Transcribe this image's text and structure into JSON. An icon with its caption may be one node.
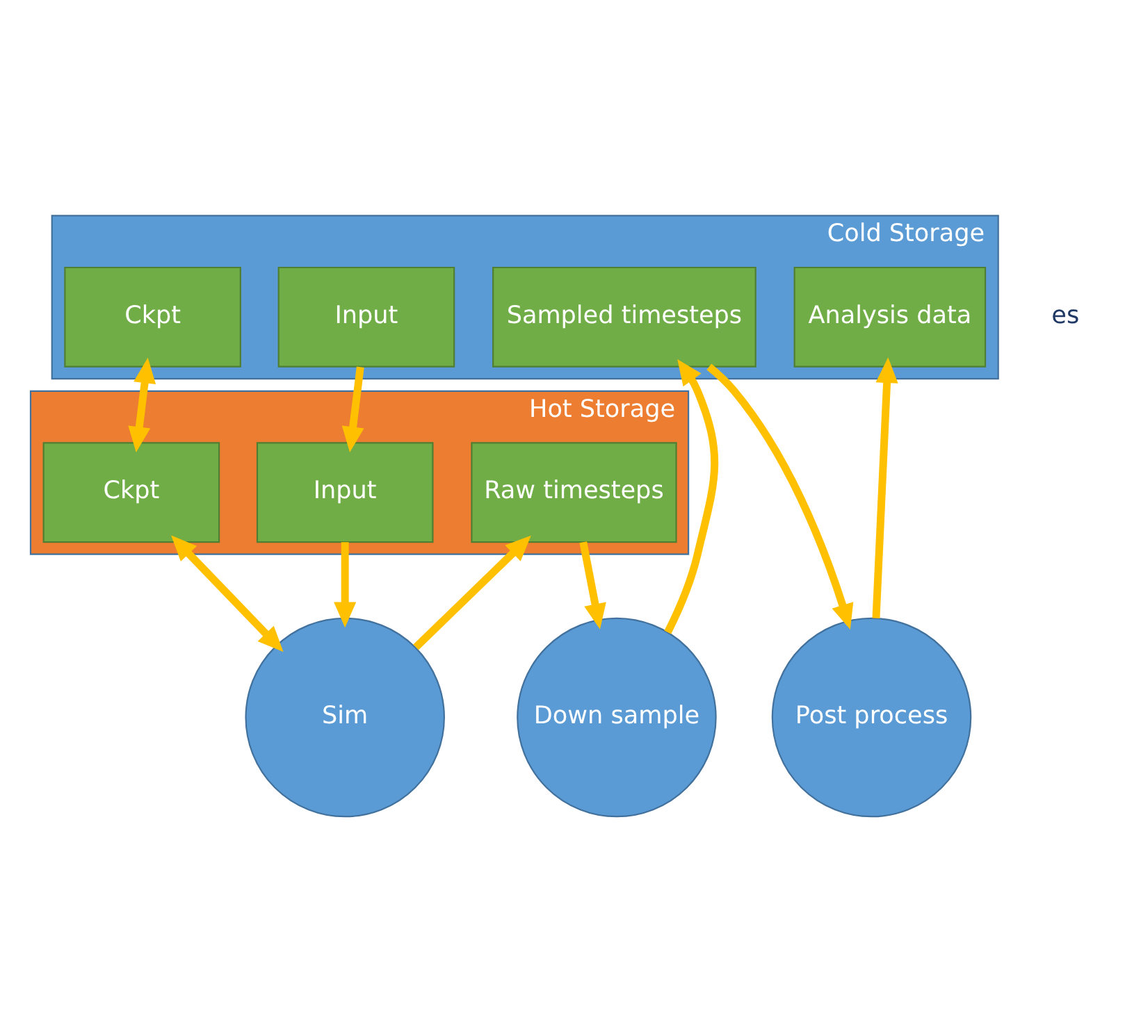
{
  "diagram": {
    "nodes": [
      {
        "text": [
          "Cold Storage"
        ]
      },
      {
        "text": [
          "Input"
        ],
        "in": 0
      },
      {
        "text": [
          "Ckpt"
        ],
        "in": 0
      },
      {
        "text": [
          "Sampled timesteps"
        ],
        "in": 0
      },
      {
        "text": [
          "Analysis data"
        ],
        "in": 0
      },
      {
        "text": [
          "Hot Storage"
        ]
      },
      {
        "text": [
          "Input"
        ],
        "in": 5
      },
      {
        "text": [
          "Ckpt"
        ],
        "in": 5
      },
      {
        "text": [
          "Raw timesteps"
        ],
        "in": 5
      },
      {
        "text": [
          "Sim"
        ]
      },
      {
        "text": [
          "Down sample"
        ]
      },
      {
        "text": [
          "Post process"
        ]
      }
    ],
    "edges": [
      {
        "from": 1,
        "to": 6,
        "arrow": "to"
      },
      {
        "from": 2,
        "to": 7,
        "arrow": "both"
      },
      {
        "from": 6,
        "to": 9,
        "arrow": "to"
      },
      {
        "from": 7,
        "to": 9,
        "arrow": "both"
      },
      {
        "from": 9,
        "to": 8,
        "arrow": "to"
      },
      {
        "from": 8,
        "to": 10,
        "arrow": "to"
      },
      {
        "from": 10,
        "to": 3,
        "arrow": "to"
      },
      {
        "from": 3,
        "to": 11,
        "arrow": "to"
      },
      {
        "from": 11,
        "to": 4,
        "arrow": "to"
      }
    ],
    "labels": [
      "es"
    ]
  }
}
